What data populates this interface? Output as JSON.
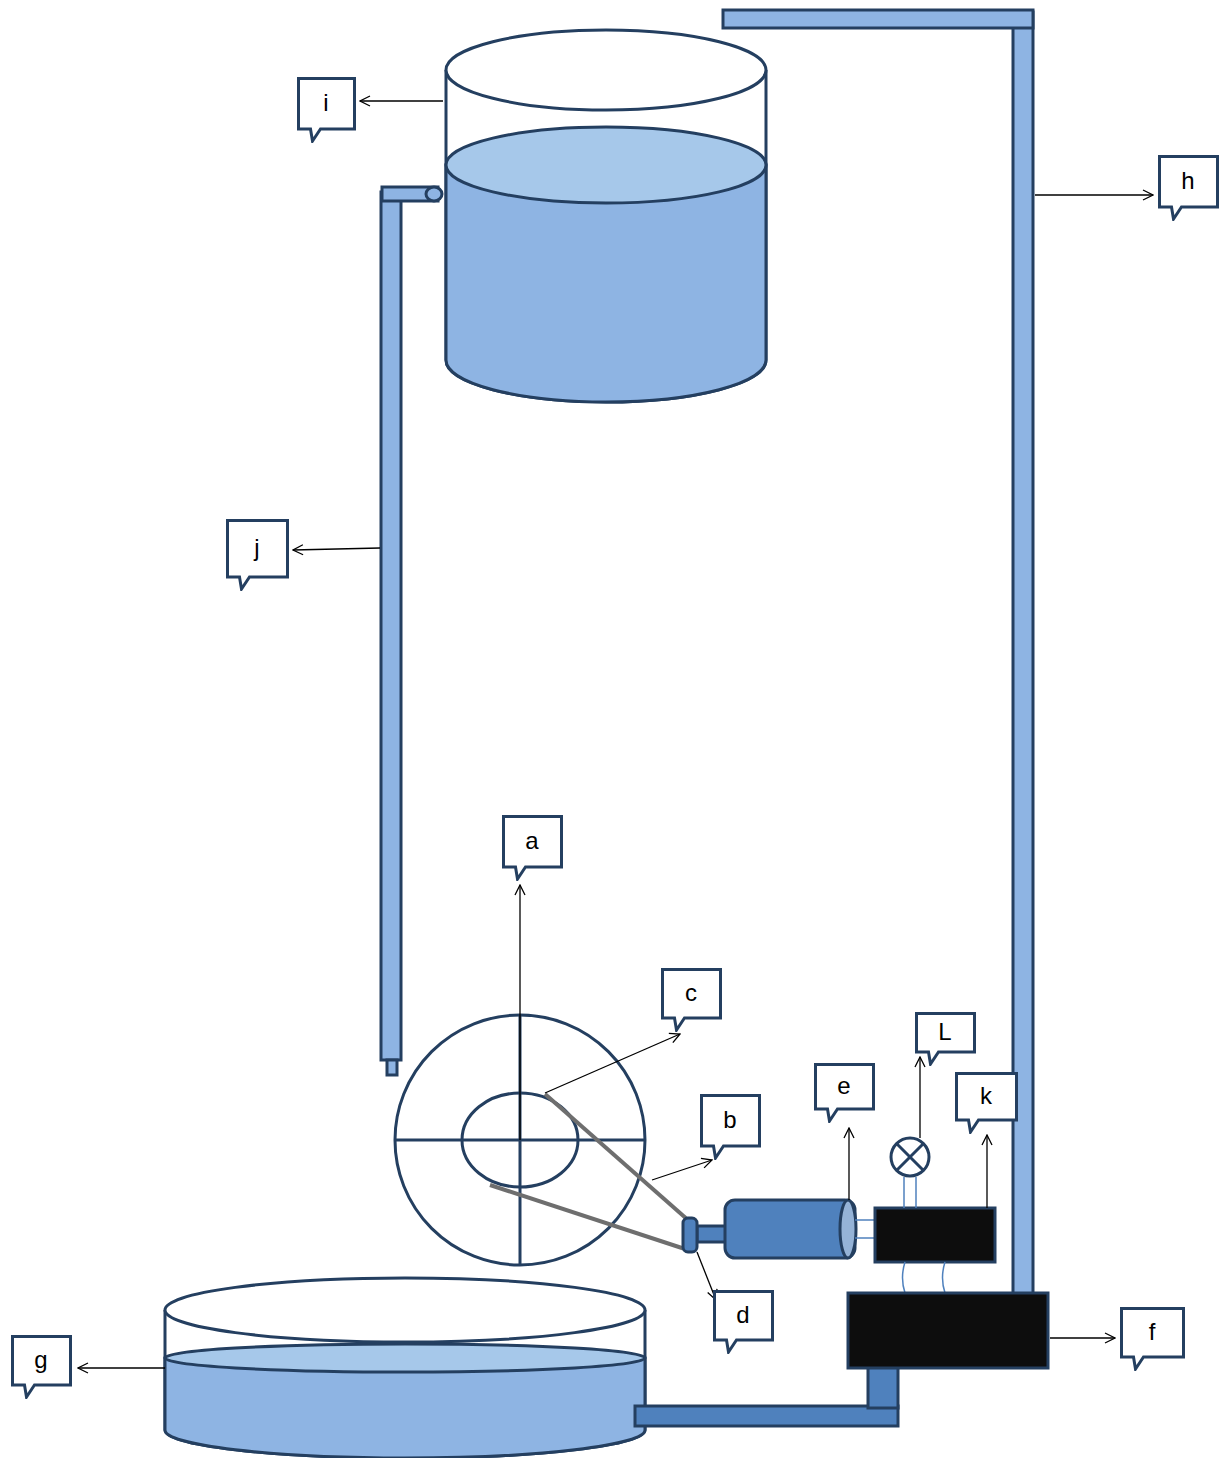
{
  "diagram": {
    "nodes": [
      {
        "text": [
          "i"
        ]
      },
      {
        "text": [
          "h"
        ]
      },
      {
        "text": [
          "j"
        ]
      },
      {
        "text": [
          "a"
        ]
      },
      {
        "text": [
          "c"
        ]
      },
      {
        "text": [
          "L"
        ]
      },
      {
        "text": [
          "e"
        ]
      },
      {
        "text": [
          "k"
        ]
      },
      {
        "text": [
          "b"
        ]
      },
      {
        "text": [
          "d"
        ]
      },
      {
        "text": [
          "f"
        ]
      },
      {
        "text": [
          "g"
        ]
      }
    ]
  }
}
